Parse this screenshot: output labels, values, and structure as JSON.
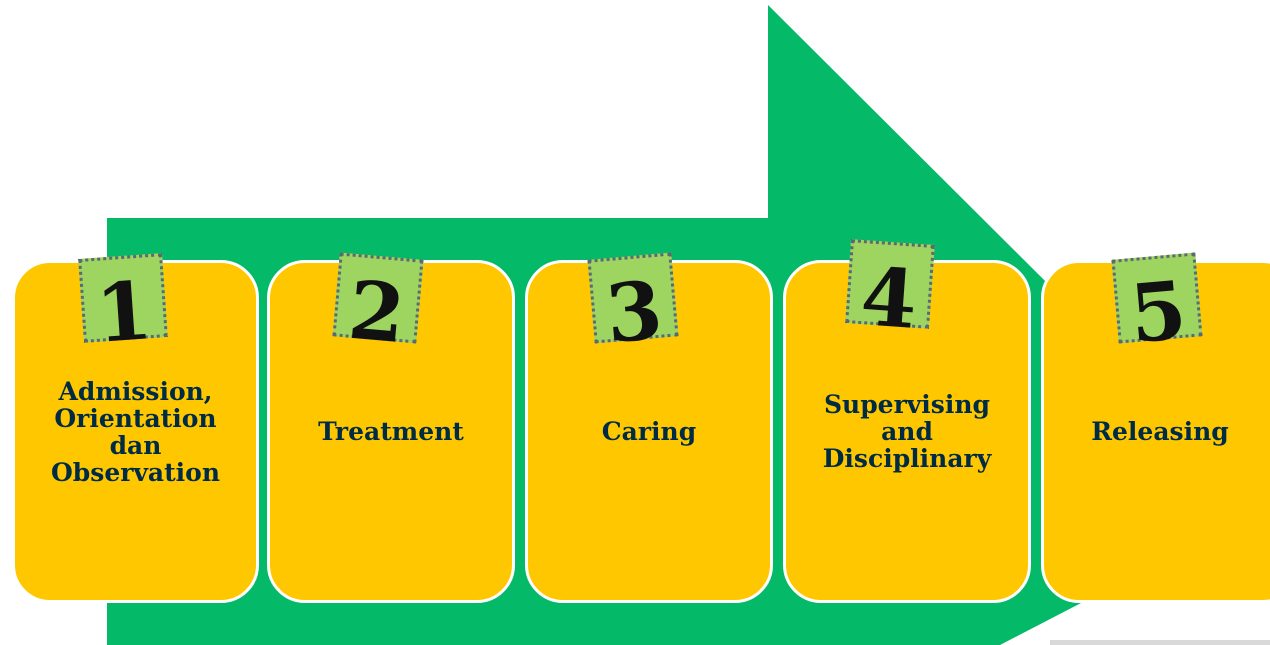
{
  "colors": {
    "arrow": "#04B967",
    "card": "#FFC700",
    "badge": "#9ED561",
    "badge_border": "#5E6872",
    "text": "#002B45"
  },
  "steps": [
    {
      "number": "1",
      "label": "Admission,\nOrientation\ndan\nObservation"
    },
    {
      "number": "2",
      "label": "Treatment"
    },
    {
      "number": "3",
      "label": "Caring"
    },
    {
      "number": "4",
      "label": "Supervising\nand\nDisciplinary"
    },
    {
      "number": "5",
      "label": "Releasing"
    }
  ]
}
